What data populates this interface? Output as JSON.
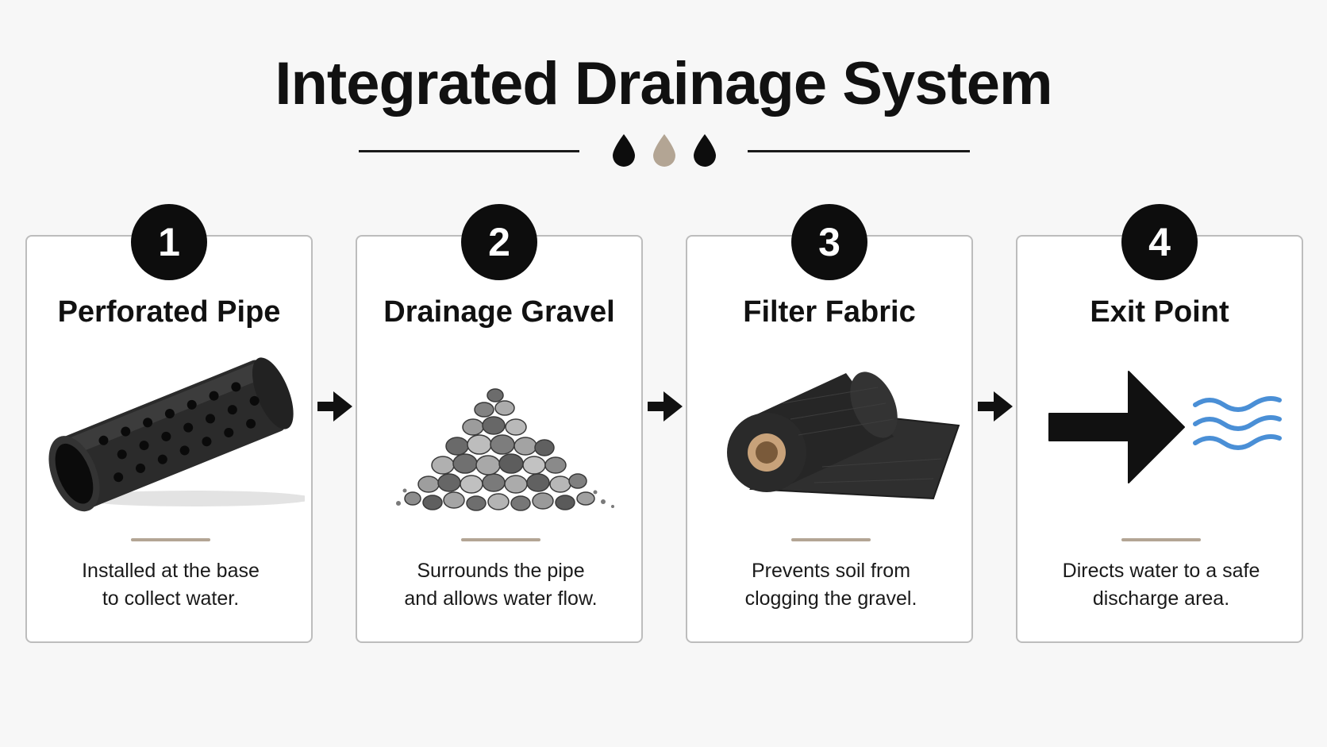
{
  "title": "Integrated Drainage System",
  "colors": {
    "text": "#111111",
    "accent": "#b3a594",
    "water": "#4a8fd6",
    "card_border": "#bdbdbd"
  },
  "steps": [
    {
      "number": "1",
      "title": "Perforated Pipe",
      "description_lines": [
        "Installed at the base",
        "to collect water."
      ],
      "icon": "perforated-pipe-icon"
    },
    {
      "number": "2",
      "title": "Drainage Gravel",
      "description_lines": [
        "Surrounds the pipe",
        "and allows water flow."
      ],
      "icon": "gravel-pile-icon"
    },
    {
      "number": "3",
      "title": "Filter Fabric",
      "description_lines": [
        "Prevents soil from",
        "clogging the gravel."
      ],
      "icon": "fabric-roll-icon"
    },
    {
      "number": "4",
      "title": "Exit Point",
      "description_lines": [
        "Directs water to a safe",
        "discharge area."
      ],
      "icon": "exit-arrow-water-icon"
    }
  ]
}
